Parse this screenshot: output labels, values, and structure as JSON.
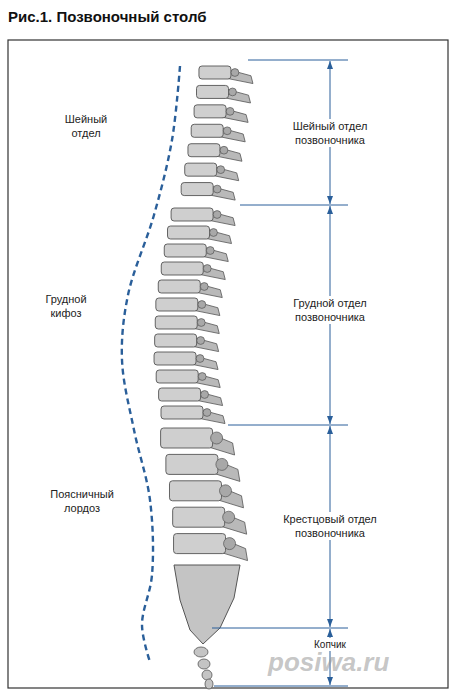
{
  "diagram": {
    "title": "Рис.1. Позвоночный столб",
    "labels": [
      "Шейный отдел",
      "Грудной кифоз",
      "Поясничный лордоз",
      "Шейный отдел позвоночника",
      "Грудной отдел позвоночника",
      "Крестцовый отдел позвоночника",
      "Копчик",
      "posiwa.ru"
    ]
  }
}
